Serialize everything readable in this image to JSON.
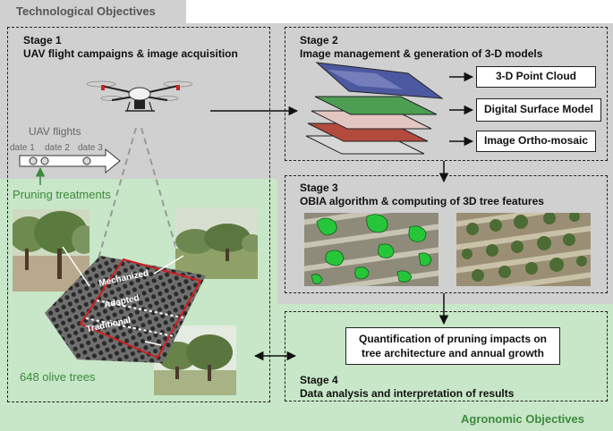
{
  "tags": {
    "technological": "Technological Objectives",
    "agronomic": "Agronomic Objectives"
  },
  "stage1": {
    "title": "Stage 1",
    "subtitle": "UAV flight campaigns & image acquisition",
    "flights_label": "UAV flights",
    "dates": [
      "date 1",
      "date 2",
      "date 3"
    ],
    "pruning_label": "Pruning treatments",
    "treatments": [
      "Mechanized",
      "Adapted",
      "Traditional"
    ],
    "trees_label": "648 olive trees"
  },
  "stage2": {
    "title": "Stage 2",
    "subtitle": "Image management & generation of 3-D models",
    "outputs": [
      "3-D Point Cloud",
      "Digital Surface Model",
      "Image Ortho-mosaic"
    ]
  },
  "stage3": {
    "title": "Stage 3",
    "subtitle": "OBIA algorithm & computing of 3D tree features"
  },
  "stage4": {
    "title": "Stage 4",
    "subtitle": "Data analysis and interpretation of results",
    "result_line1": "Quantification of pruning impacts on",
    "result_line2": "tree architecture and annual growth"
  },
  "colors": {
    "tech_bg": "#d0d0d0",
    "agro_bg": "#c8e6c8",
    "agro_text": "#3c8a3c"
  }
}
